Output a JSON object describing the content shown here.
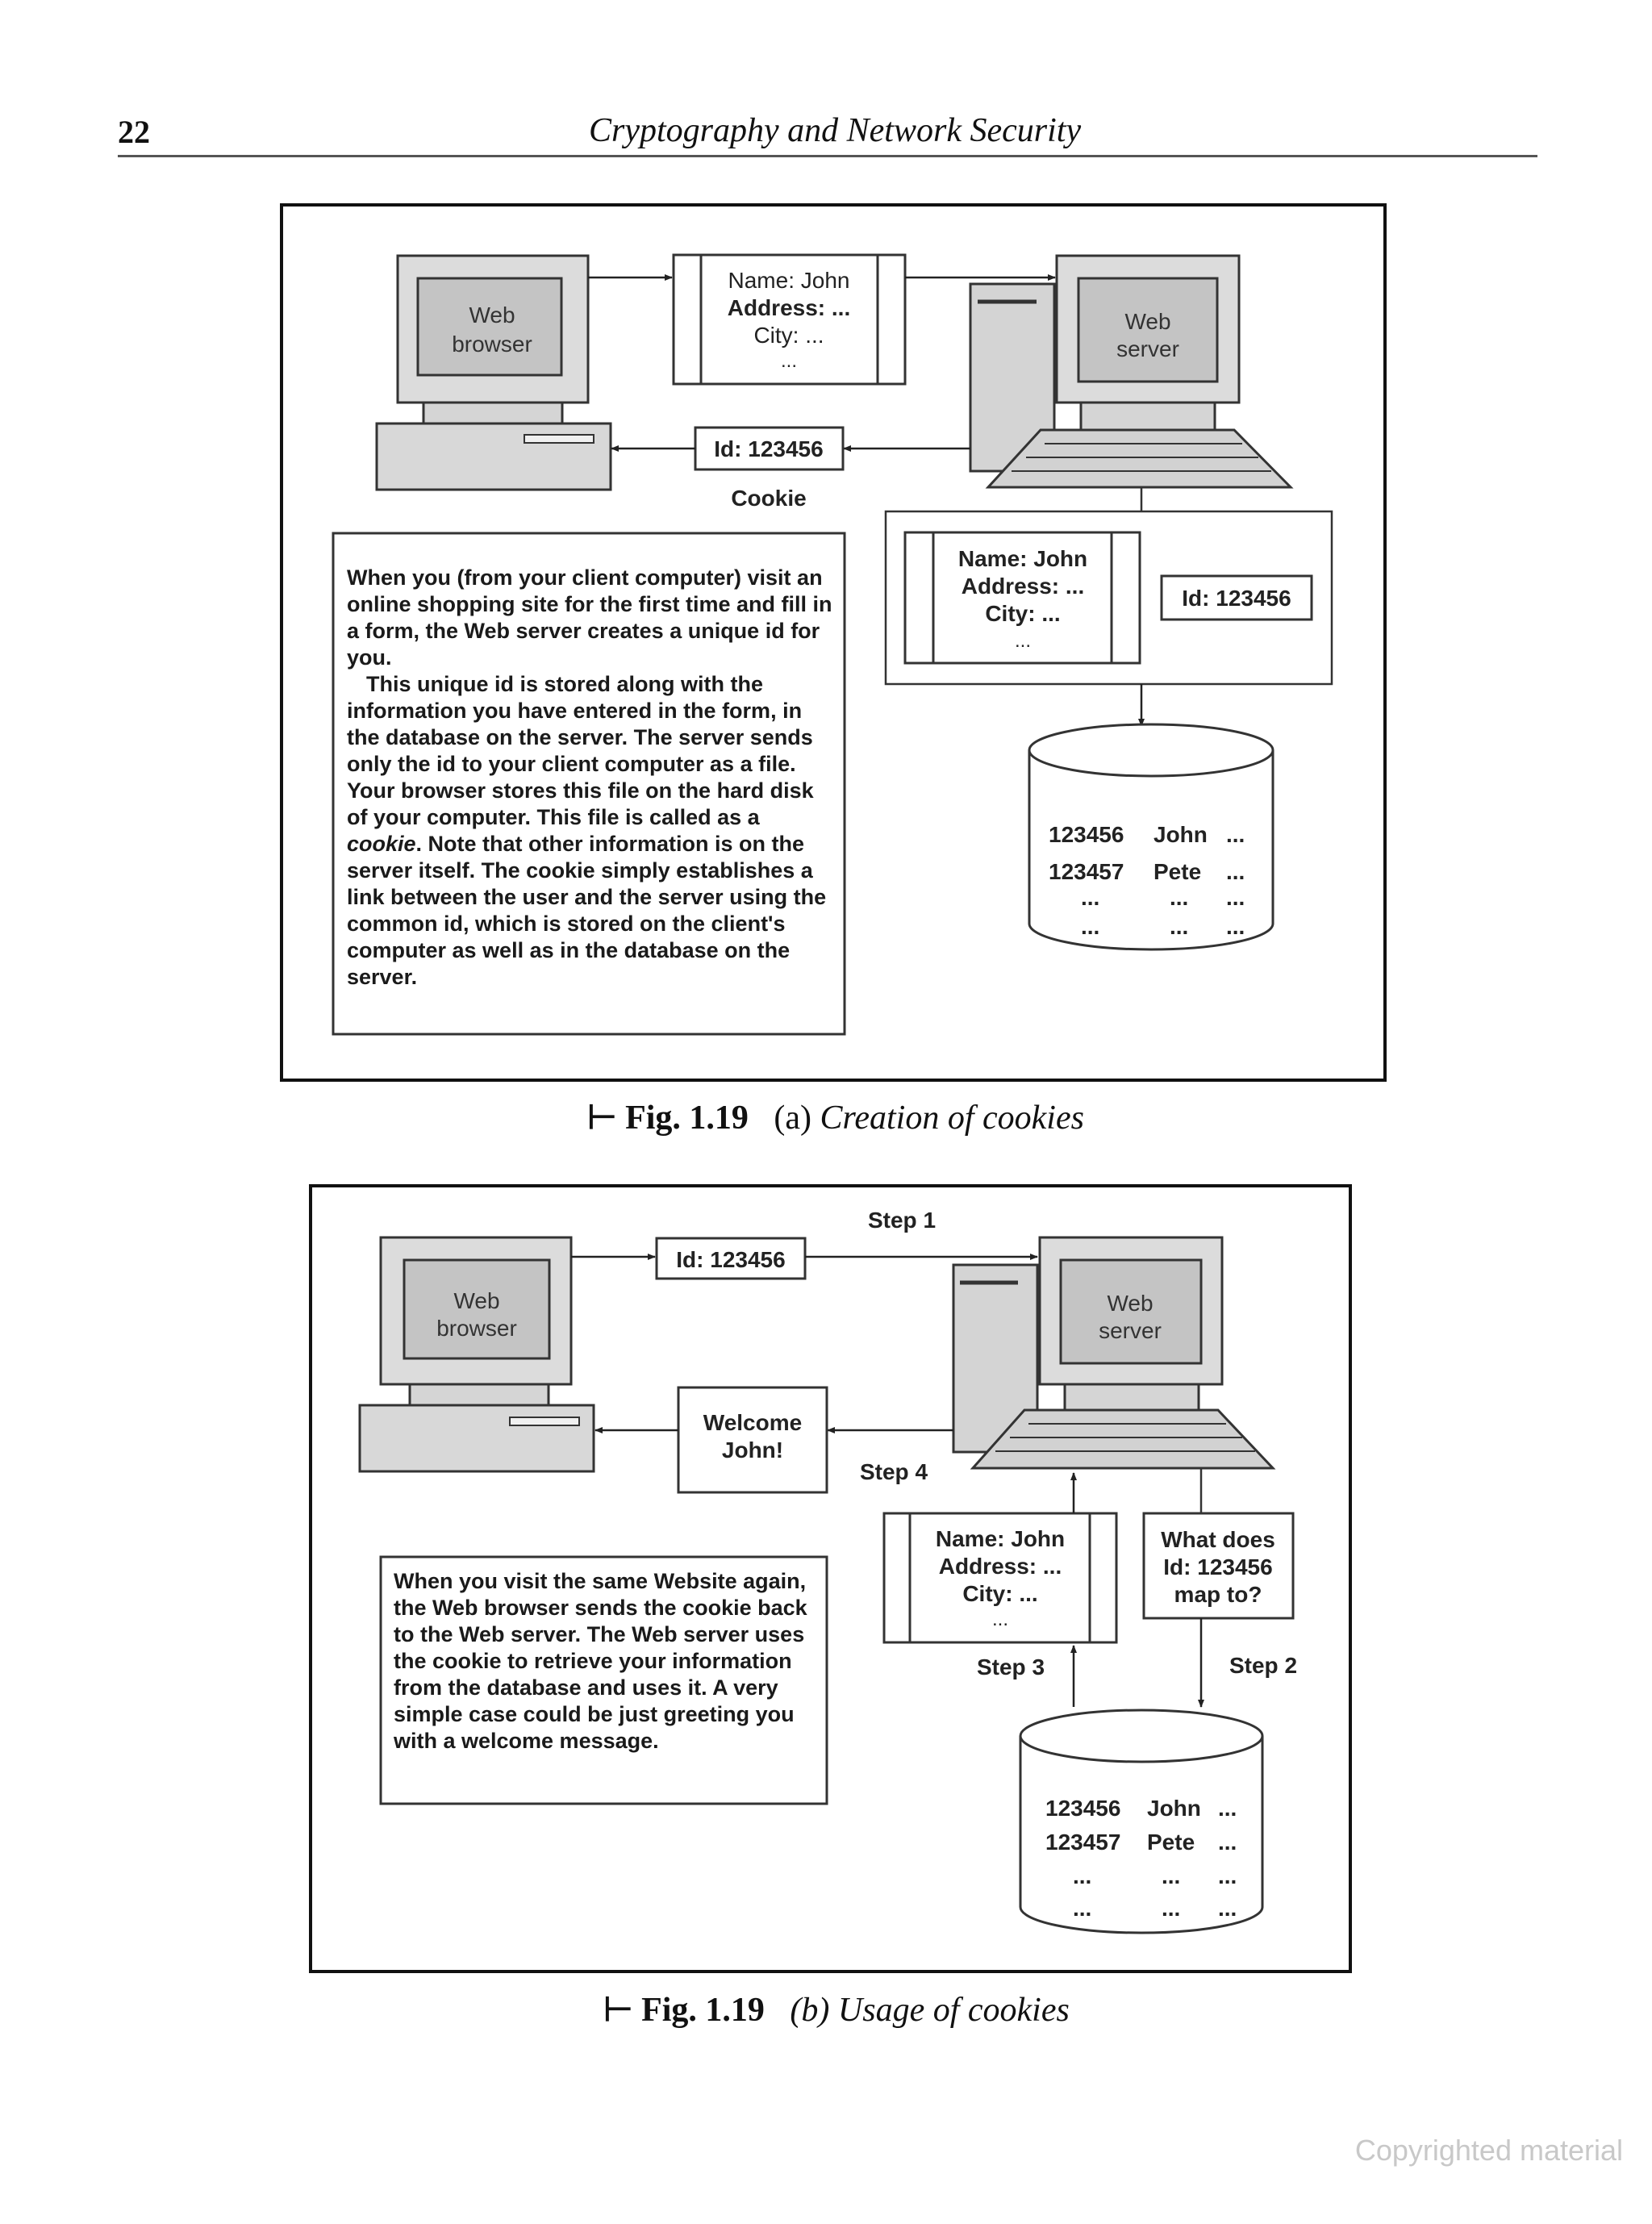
{
  "page": {
    "number": "22",
    "running_title": "Cryptography and Network Security",
    "watermark": "Copyrighted material"
  },
  "fig_a": {
    "browser_label_1": "Web",
    "browser_label_2": "browser",
    "server_label_1": "Web",
    "server_label_2": "server",
    "form_name": "Name: John",
    "form_address": "Address: ...",
    "form_city": "City: ...",
    "form_more": "...",
    "cookie_id": "Id: 123456",
    "cookie_label": "Cookie",
    "store_name": "Name: John",
    "store_address": "Address: ...",
    "store_city": "City: ...",
    "store_more": "...",
    "store_id": "Id: 123456",
    "db_rows": [
      [
        "123456",
        "John",
        "..."
      ],
      [
        "123457",
        "Pete",
        "..."
      ],
      [
        "...",
        "...",
        "..."
      ],
      [
        "...",
        "...",
        "..."
      ]
    ],
    "desc_p1": "When you (from your client computer) visit an online shopping site for the first time and fill in a form, the Web server creates a unique id for you.",
    "desc_p2_a": "This unique id is stored along with the information you have entered in the form, in the database on the server. The server sends only the id to your client computer as a file. Your browser stores this file on the hard disk of your computer. This file is called as a ",
    "desc_p2_em": "cookie",
    "desc_p2_b": ". Note that other information is on the server itself. The cookie simply establishes a link between the user and the server using the common id, which is stored on the client's computer as well as in the database on the server.",
    "caption_mark": "⊢",
    "caption_fig": "Fig. 1.19",
    "caption_part": "(a)",
    "caption_title": "Creation of cookies"
  },
  "fig_b": {
    "browser_label_1": "Web",
    "browser_label_2": "browser",
    "server_label_1": "Web",
    "server_label_2": "server",
    "request_id": "Id: 123456",
    "step1": "Step 1",
    "welcome_1": "Welcome",
    "welcome_2": "John!",
    "step4": "Step 4",
    "record_name": "Name: John",
    "record_address": "Address: ...",
    "record_city": "City: ...",
    "record_more": "...",
    "query_1": "What does",
    "query_2": "Id: 123456",
    "query_3": "map to?",
    "step3": "Step 3",
    "step2": "Step 2",
    "db_rows": [
      [
        "123456",
        "John",
        "..."
      ],
      [
        "123457",
        "Pete",
        "..."
      ],
      [
        "...",
        "...",
        "..."
      ],
      [
        "...",
        "...",
        "..."
      ]
    ],
    "desc": "When you visit the same Website again, the Web browser sends the cookie back to the Web server. The Web server uses the cookie to retrieve your information from the database and uses it. A very simple case could be just greeting you with a welcome message.",
    "caption_mark": "⊢",
    "caption_fig": "Fig. 1.19",
    "caption_part": "(b)",
    "caption_title": "Usage of cookies"
  }
}
